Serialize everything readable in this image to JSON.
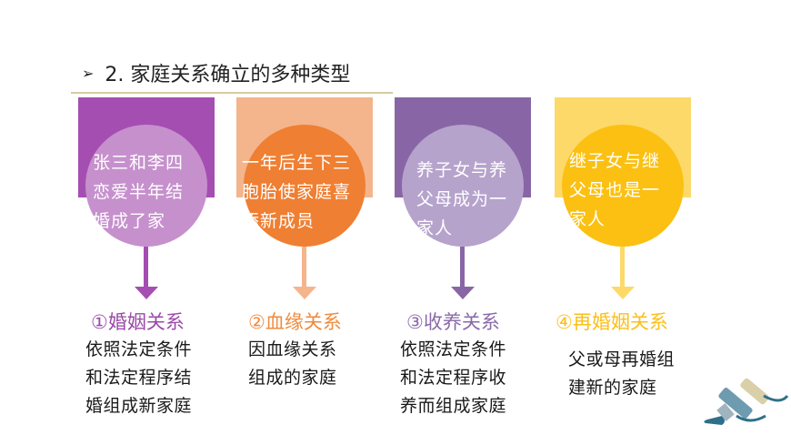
{
  "title": {
    "arrow": "➢",
    "text": "2. 家庭关系确立的多种类型"
  },
  "colors": {
    "purple": "#9b4aa9",
    "orange": "#f08a3c",
    "violet": "#8a6aa8",
    "yellow": "#fbbf1a"
  },
  "cards": [
    {
      "lines": [
        "张三和李四",
        "恋爱半年结",
        "婚成了家"
      ],
      "heading": "①婚姻关系",
      "desc": [
        "依照法定条件",
        "和法定程序结",
        "婚组成新家庭"
      ]
    },
    {
      "lines": [
        "一年后生下三",
        "胞胎使家庭喜",
        "添新成员"
      ],
      "heading": "②血缘关系",
      "desc": [
        "因血缘关系",
        "组成的家庭"
      ]
    },
    {
      "lines": [
        "养子女与养",
        "父母成为一",
        "家人"
      ],
      "heading": "③收养关系",
      "desc": [
        "依照法定条件",
        "和法定程序收",
        "养而组成家庭"
      ]
    },
    {
      "lines": [
        "继子女与继",
        "父母也是一",
        "家人"
      ],
      "heading": "④再婚姻关系",
      "desc": [
        "父或母再婚组",
        "建新的家庭"
      ]
    }
  ]
}
